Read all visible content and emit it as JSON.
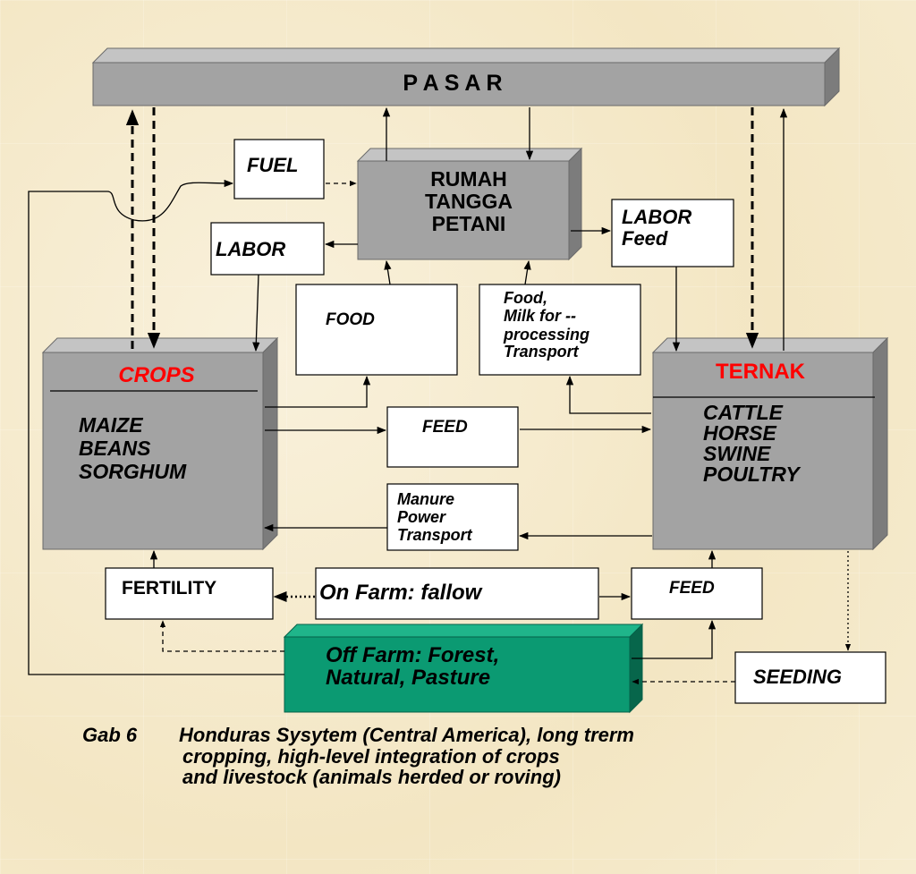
{
  "nodes": {
    "pasar": "P A S A R",
    "rumah": [
      "RUMAH",
      "TANGGA",
      "PETANI"
    ],
    "fuel": "FUEL",
    "labor_left": "LABOR",
    "labor_feed": [
      "LABOR",
      "Feed"
    ],
    "food": "FOOD",
    "food_milk": [
      "Food,",
      "Milk for --",
      "processing",
      "Transport"
    ],
    "crops_title": "CROPS",
    "crops_items": [
      "MAIZE",
      "BEANS",
      "SORGHUM"
    ],
    "ternak_title": "TERNAK",
    "ternak_items": [
      "CATTLE",
      "HORSE",
      "SWINE",
      "POULTRY"
    ],
    "feed_mid": "FEED",
    "manure": [
      "Manure",
      "Power",
      "Transport"
    ],
    "fertility": "FERTILITY",
    "on_farm": "On Farm: fallow",
    "feed_low": "FEED",
    "off_farm": [
      "Off Farm: Forest,",
      "Natural, Pasture"
    ],
    "seeding": "SEEDING"
  },
  "caption": {
    "gab": "Gab 6",
    "lines": [
      "Honduras Sysytem (Central America), long trerm",
      "cropping, high-level integration of crops",
      "and  livestock  (animals  herded  or roving)"
    ]
  },
  "colors": {
    "gray_face": "#a3a3a3",
    "gray_top": "#c4c4c4",
    "gray_side": "#7c7c7c",
    "green_face": "#0b9a72",
    "green_top": "#1fb58a",
    "green_side": "#07664b",
    "title_red": "#ff0000"
  }
}
